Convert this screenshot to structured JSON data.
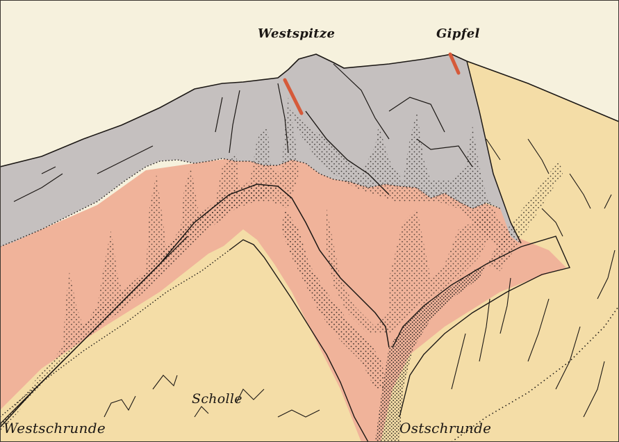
{
  "labels": {
    "westspitze": "Westspitze",
    "gipfel": "Gipfel",
    "scholle": "Scholle",
    "westschrunde": "Westschrunde",
    "ostschrunde": "Ostschrunde"
  },
  "colors": {
    "sky": "#f6f1dd",
    "grey_zone": "#c5c0bf",
    "pink_zone": "#f0b39a",
    "yellow_zone": "#f4dda7",
    "line": "#1b1714",
    "red_streak": "#d65a3a"
  }
}
